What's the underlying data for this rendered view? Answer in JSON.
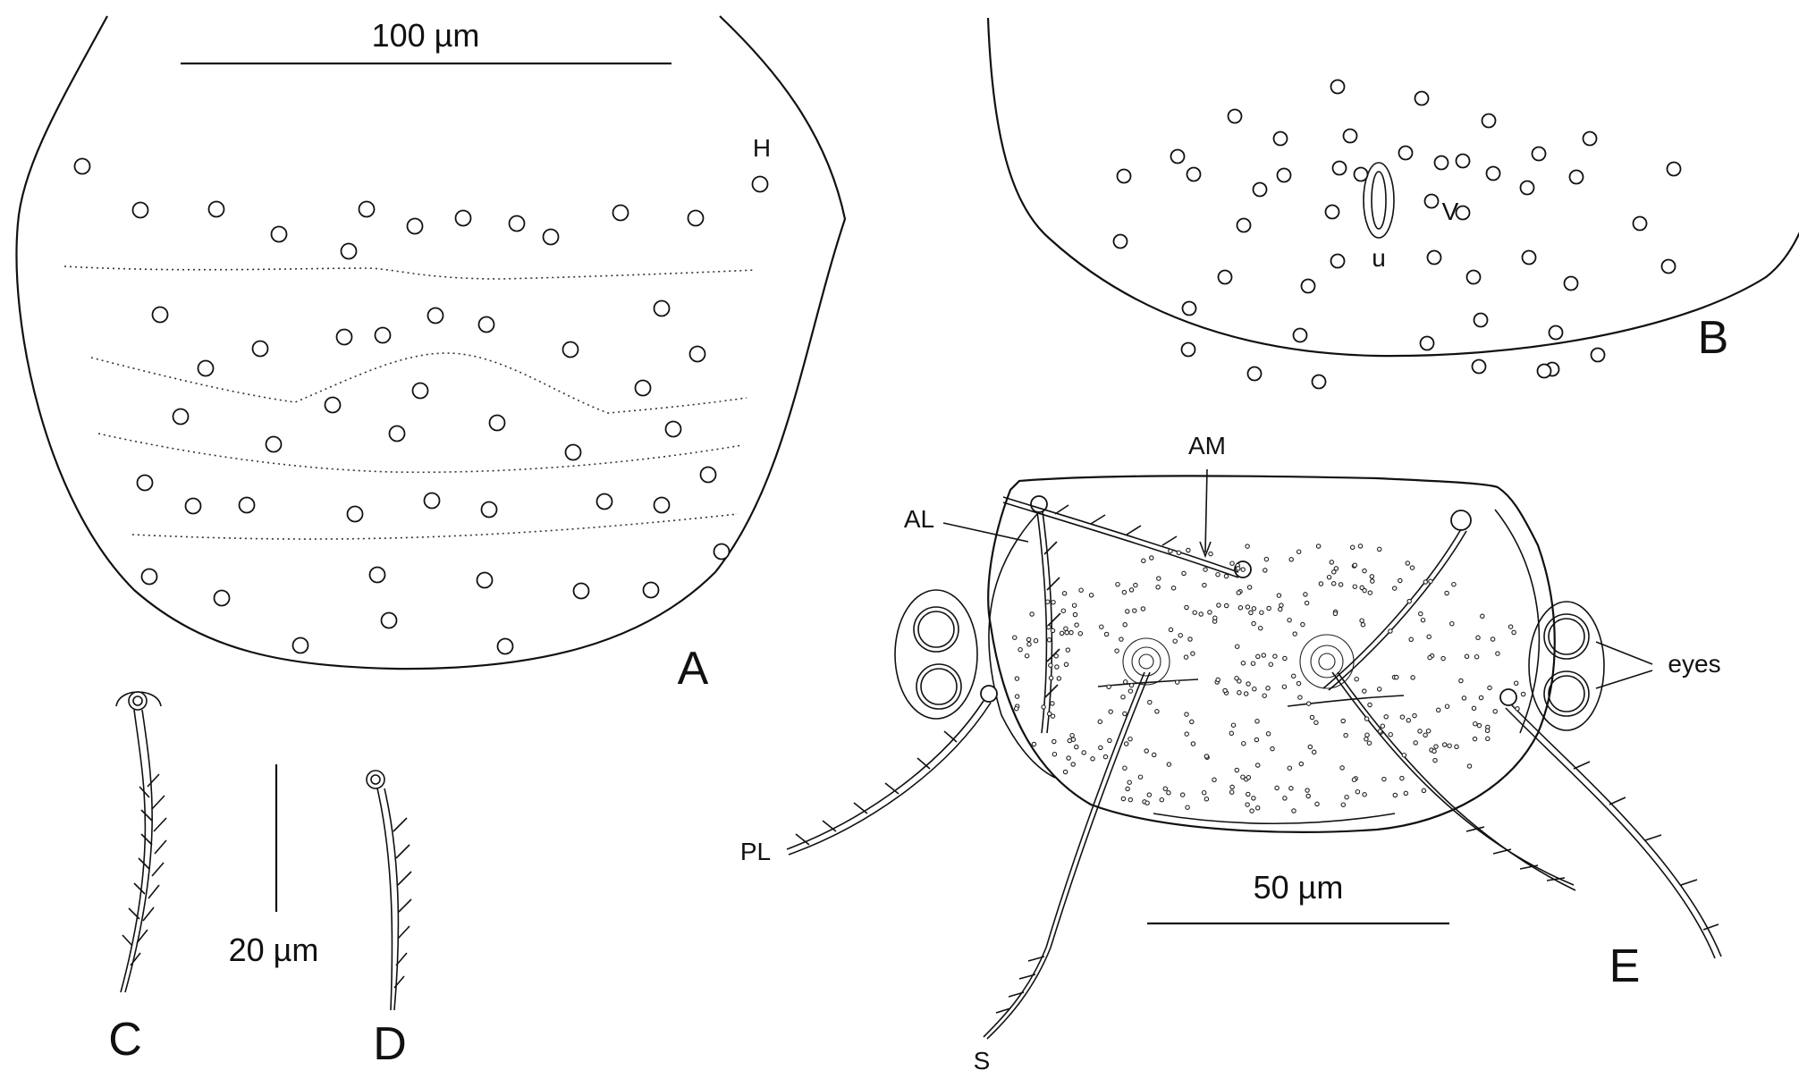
{
  "panels": {
    "A": {
      "letter": "A",
      "scale_label": "100 µm",
      "setae_label": "H"
    },
    "B": {
      "letter": "B",
      "label_u": "u",
      "label_v": "V"
    },
    "C": {
      "letter": "C"
    },
    "D": {
      "letter": "D"
    },
    "CD": {
      "scale_label": "20 µm"
    },
    "E": {
      "letter": "E",
      "scale_label": "50 µm",
      "labels": {
        "am": "AM",
        "al": "AL",
        "pl": "PL",
        "s": "S",
        "eyes": "eyes"
      }
    }
  },
  "colors": {
    "ink": "#111111",
    "background": "#ffffff"
  }
}
